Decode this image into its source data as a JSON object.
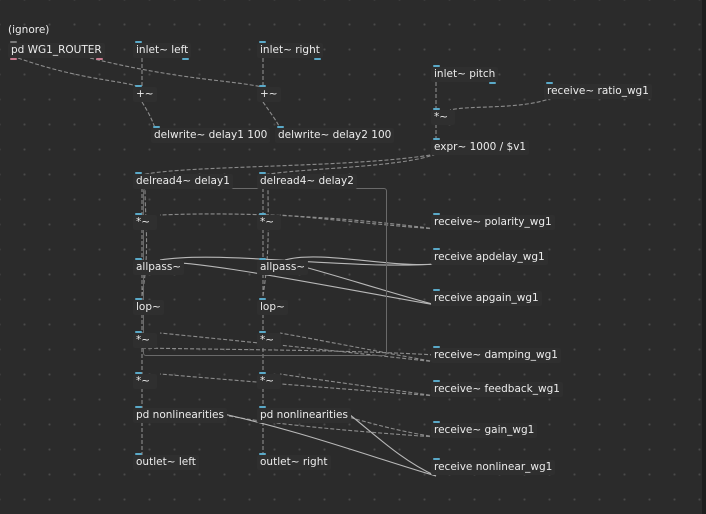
{
  "comment": "(ignore)",
  "objects": {
    "wg1_router": "pd WG1_ROUTER",
    "inlet_left": "inlet~ left",
    "inlet_right": "inlet~ right",
    "inlet_pitch": "inlet~ pitch",
    "receive_ratio": "receive~ ratio_wg1",
    "plus_left": "+~",
    "plus_right": "+~",
    "mul_pitch": "*~",
    "delwrite1": "delwrite~ delay1 100",
    "delwrite2": "delwrite~ delay2 100",
    "expr": "expr~ 1000 / $v1",
    "delread1": "delread4~ delay1",
    "delread2": "delread4~ delay2",
    "receive_polarity": "receive~ polarity_wg1",
    "mul_pol_left": "*~",
    "mul_pol_right": "*~",
    "receive_apdelay": "receive apdelay_wg1",
    "allpass_left": "allpass~",
    "allpass_right": "allpass~",
    "receive_apgain": "receive apgain_wg1",
    "lop_left": "lop~",
    "lop_right": "lop~",
    "mul_damp_left": "*~",
    "mul_damp_right": "*~",
    "receive_damping": "receive~ damping_wg1",
    "mul_fb_left": "*~",
    "mul_fb_right": "*~",
    "receive_feedback": "receive~ feedback_wg1",
    "nonlin_left": "pd nonlinearities",
    "nonlin_right": "pd nonlinearities",
    "receive_gain": "receive~ gain_wg1",
    "outlet_left": "outlet~ left",
    "outlet_right": "outlet~ right",
    "receive_nonlinear": "receive nonlinear_wg1"
  },
  "colors": {
    "canvas": "#2b2b2b",
    "object_box": "#2f2f2f",
    "text": "#ececec",
    "signal_inlet": "#5aa9c8",
    "signal_outlet": "#c97b8f",
    "wire": "#8a8a8a",
    "wire_signal": "#9a9a9a"
  }
}
